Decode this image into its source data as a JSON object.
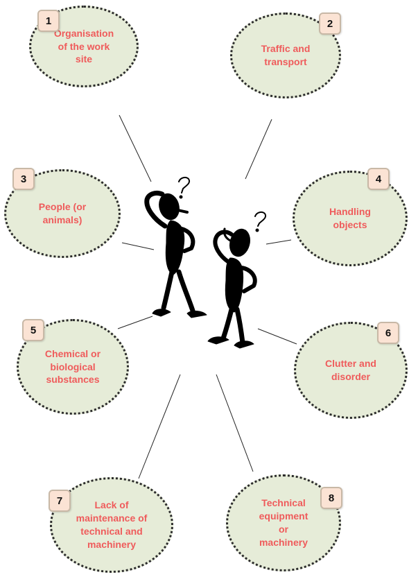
{
  "factors": [
    {
      "number": "1",
      "label": "Organisation\nof the work\nsite"
    },
    {
      "number": "2",
      "label": "Traffic and\ntransport"
    },
    {
      "number": "3",
      "label": "People (or\nanimals)"
    },
    {
      "number": "4",
      "label": "Handling\nobjects"
    },
    {
      "number": "5",
      "label": "Chemical or\nbiological\nsubstances"
    },
    {
      "number": "6",
      "label": "Clutter and\ndisorder"
    },
    {
      "number": "7",
      "label": "Lack of\nmaintenance of\ntechnical and\nmachinery"
    },
    {
      "number": "8",
      "label": "Technical\nequipment\nor\nmachinery"
    }
  ],
  "colors": {
    "label_text": "#ef5b5b",
    "ellipse_fill": "#e6ecd8",
    "badge_fill": "#fbe3d4"
  },
  "illustration": {
    "icon": "two-puzzled-stick-figures-icon",
    "symbols": [
      "?",
      "?"
    ]
  }
}
